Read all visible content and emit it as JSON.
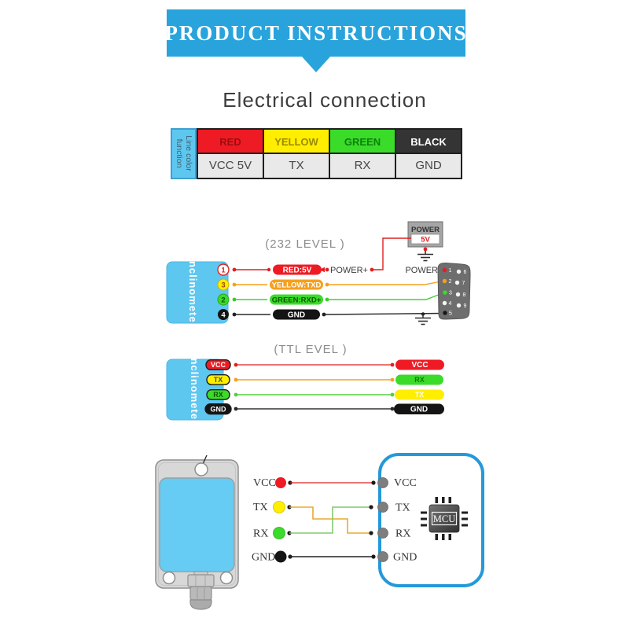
{
  "banner": {
    "title": "PRODUCT INSTRUCTIONS",
    "color": "#29a3dc"
  },
  "heading": "Electrical connection",
  "table": {
    "side_header_line1": "Line color",
    "side_header_line2": "function",
    "columns": [
      {
        "name": "RED",
        "function": "VCC 5V"
      },
      {
        "name": "YELLOW",
        "function": "TX"
      },
      {
        "name": "GREEN",
        "function": "RX"
      },
      {
        "name": "BLACK",
        "function": "GND"
      }
    ]
  },
  "level232": {
    "title": "(232 LEVEL )",
    "device": "Inclinometer",
    "power_box": {
      "label": "POWER",
      "voltage": "5V"
    },
    "power_plus": "POWER+",
    "db9_power_label": "POWER",
    "rows": [
      {
        "pin": "1",
        "label": "RED:5V"
      },
      {
        "pin": "3",
        "label": "YELLOW:TXD"
      },
      {
        "pin": "2",
        "label": "GREEN:RXD+"
      },
      {
        "pin": "4",
        "label": "GND"
      }
    ],
    "db9_pins": [
      "1",
      "2",
      "3",
      "4",
      "5",
      "6",
      "7",
      "8",
      "9"
    ]
  },
  "ttl": {
    "title": "(TTL  EVEL )",
    "device": "Inclinometer",
    "left_pins": [
      "VCC",
      "TX",
      "RX",
      "GND"
    ],
    "right_pins": [
      "VCC",
      "RX",
      "TX",
      "GND"
    ]
  },
  "mcu_diagram": {
    "sensor_pins": [
      "VCC",
      "TX",
      "RX",
      "GND"
    ],
    "board_pins": [
      "VCC",
      "TX",
      "RX",
      "GND"
    ],
    "chip_label": "MCU"
  },
  "colors": {
    "banner_blue": "#29a3dc",
    "panel_blue": "#5ec7f0",
    "red": "#ee1b24",
    "yellow": "#ffee00",
    "green": "#3bdb2a",
    "orange": "#f5a01d",
    "black": "#1a1a1a",
    "board_border_blue": "#2499da"
  }
}
